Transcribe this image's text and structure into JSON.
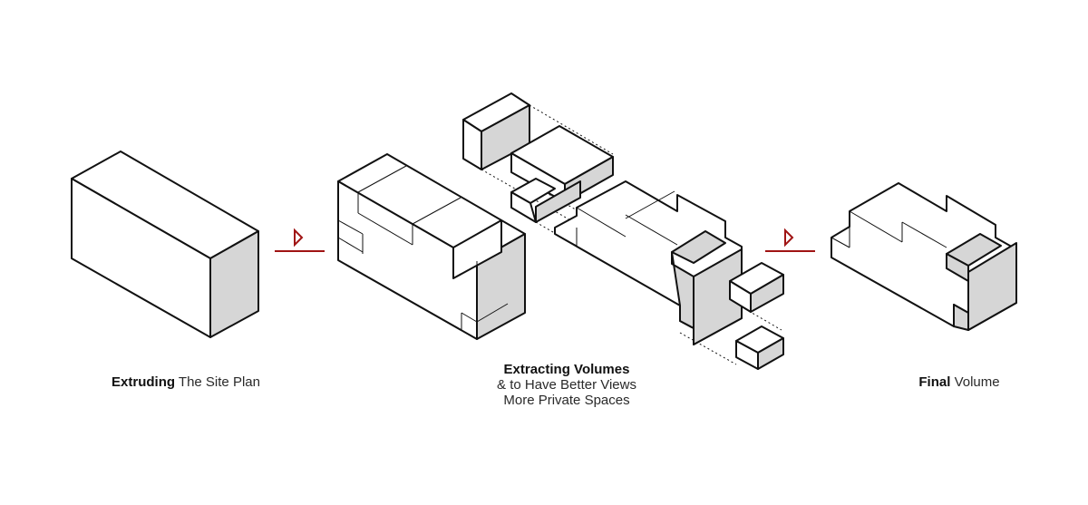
{
  "captions": [
    {
      "bold": "Extruding",
      "rest": " The Site Plan"
    },
    {
      "bold": "Extracting Volumes",
      "line2": "& to Have Better Views",
      "line3": "More Private Spaces"
    },
    {
      "bold": "Final",
      "rest": " Volume"
    }
  ],
  "colors": {
    "stroke": "#111111",
    "shade": "#d6d6d6",
    "face": "#ffffff",
    "arrow": "#a01414"
  },
  "icons": [
    "play-triangle-icon",
    "play-triangle-icon"
  ]
}
